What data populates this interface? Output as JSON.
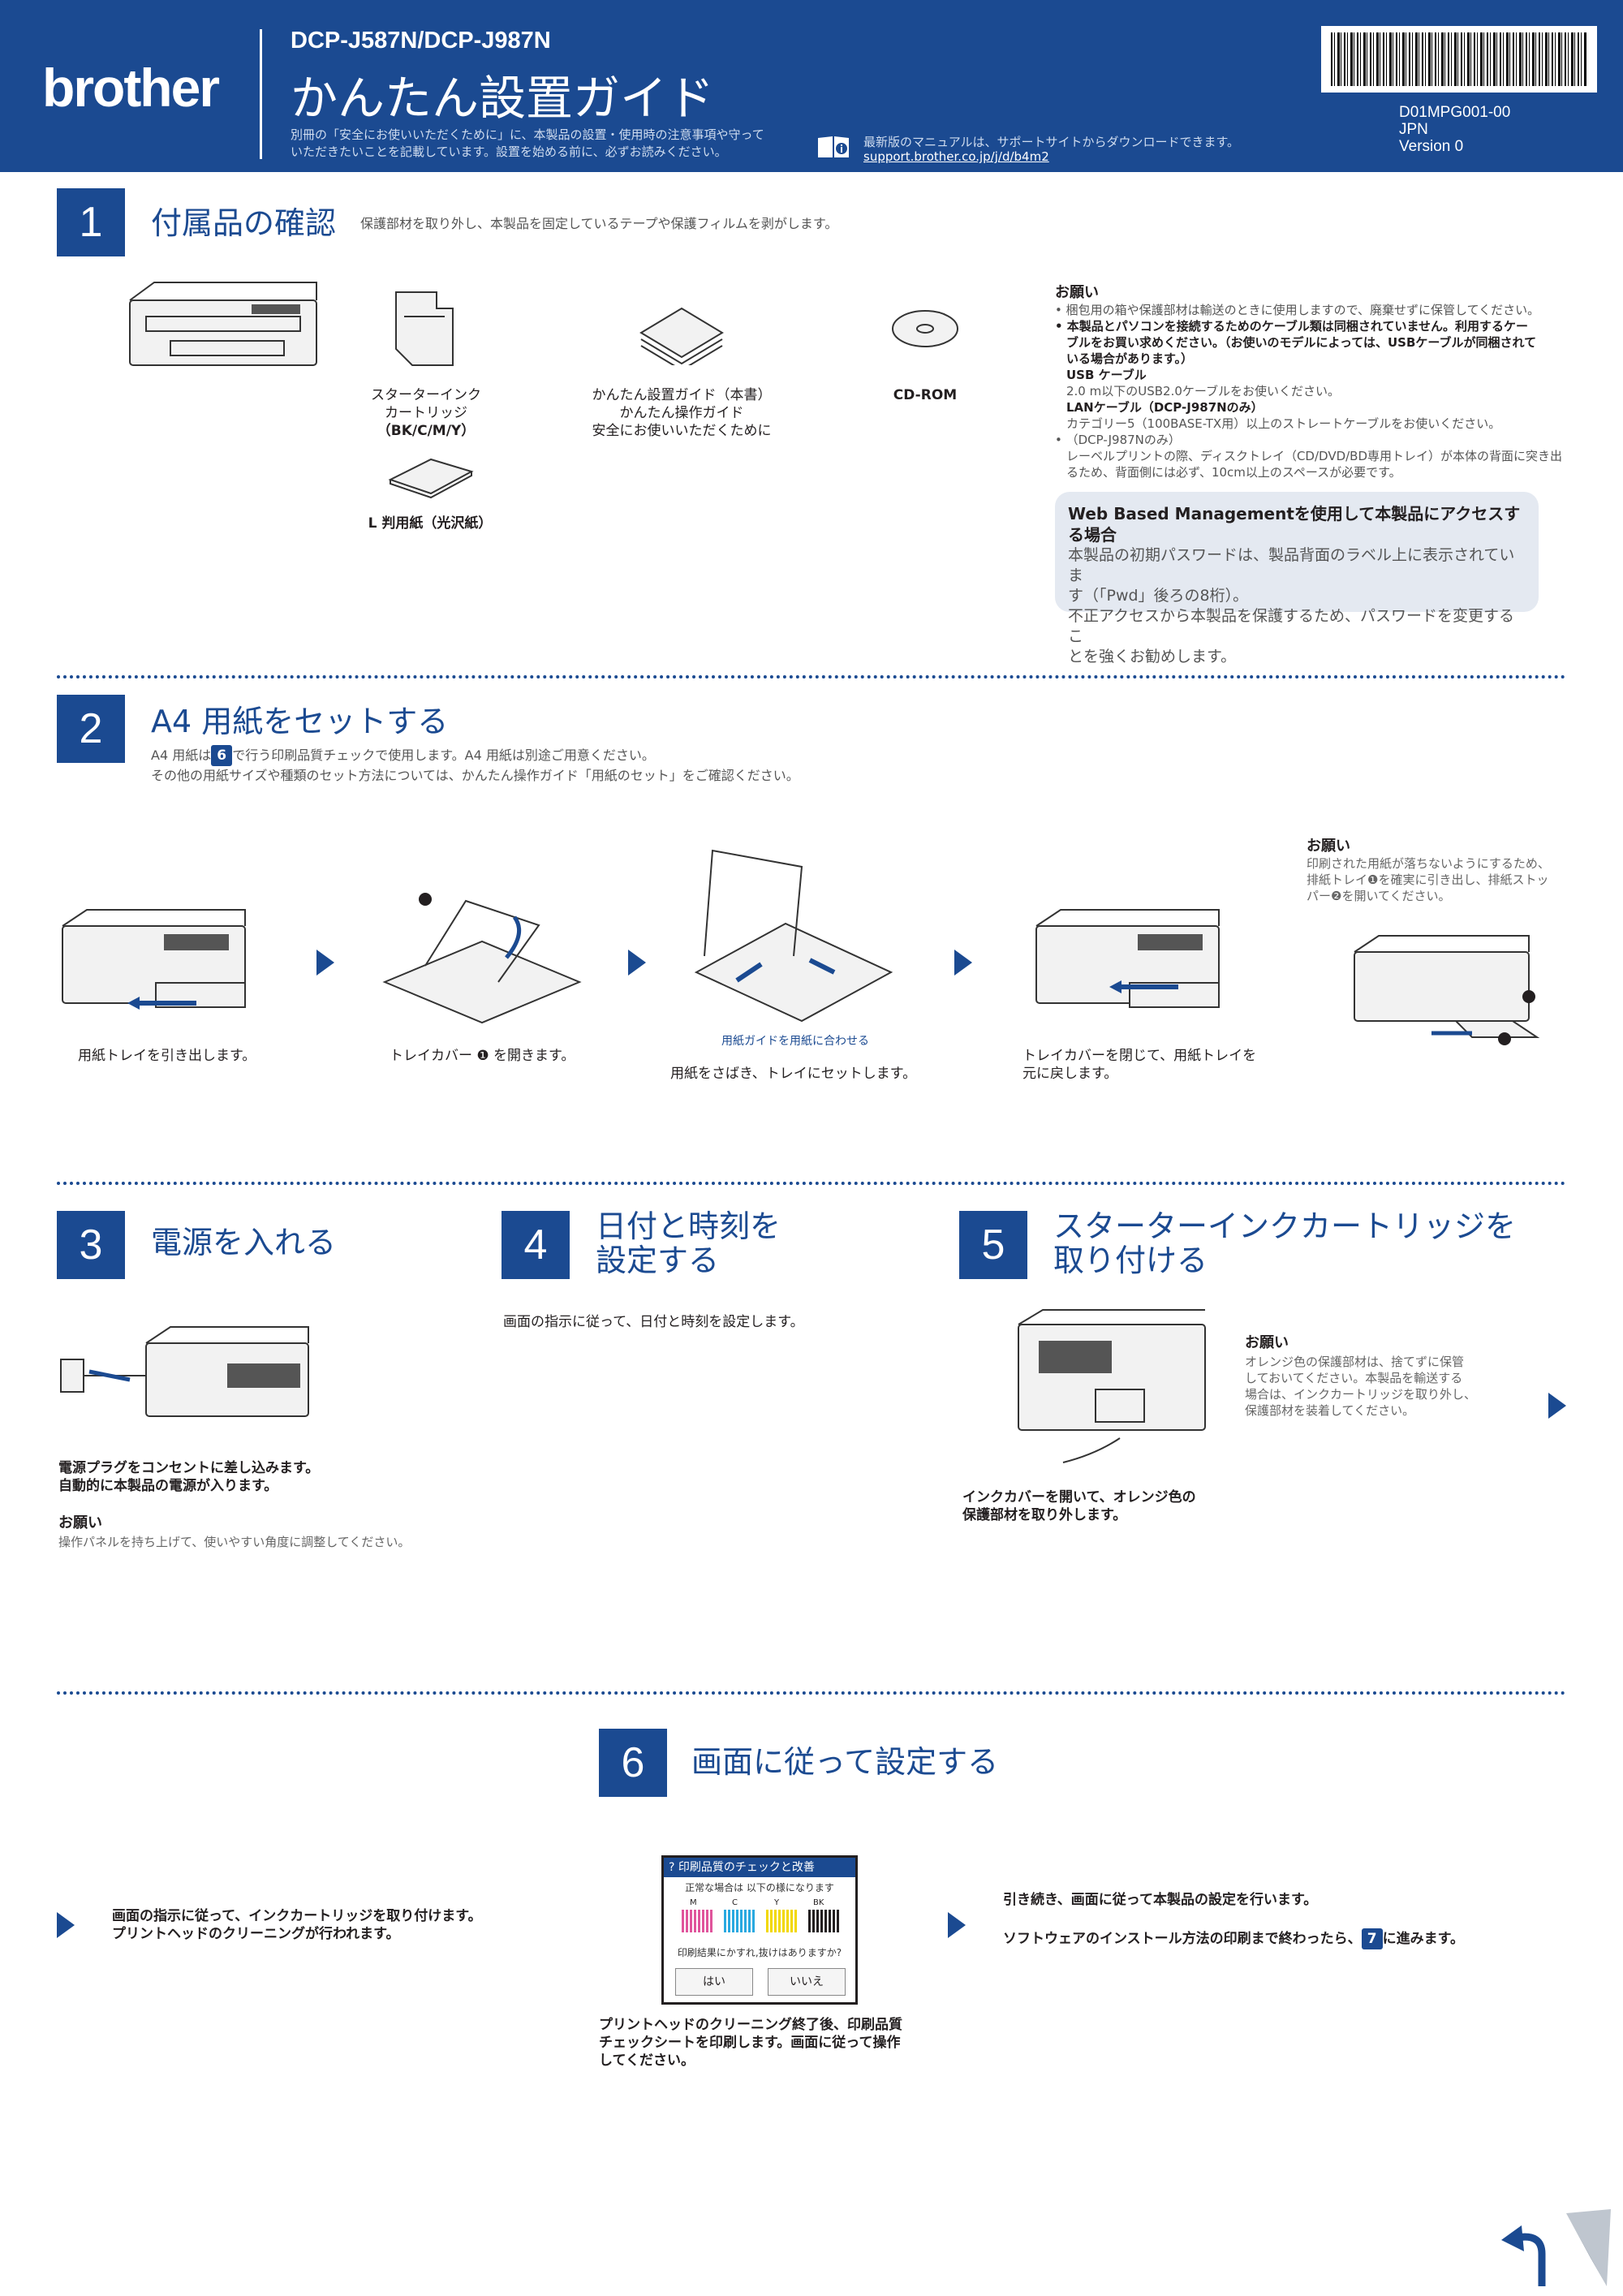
{
  "header": {
    "logo": "brother",
    "model": "DCP-J587N/DCP-J987N",
    "title": "かんたん設置ガイド",
    "note_line1": "別冊の「安全にお使いいただくために」に、本製品の設置・使用時の注意事項や守って",
    "note_line2": "いただきたいことを記載しています。設置を始める前に、必ずお読みください。",
    "download_text": "最新版のマニュアルは、サポートサイトからダウンロードできます。",
    "download_url": "support.brother.co.jp/j/d/b4m2",
    "doc_code": "D01MPG001-00",
    "doc_lang": "JPN",
    "doc_version": "Version 0"
  },
  "step1": {
    "number": "1",
    "title": "付属品の確認",
    "subtitle": "保護部材を取り外し、本製品を固定しているテープや保護フィルムを剥がします。",
    "ink_cap1": "スターターインク",
    "ink_cap2": "カートリッジ",
    "ink_cap3": "（BK/C/M/Y）",
    "doc_cap1": "かんたん設置ガイド（本書）",
    "doc_cap2": "かんたん操作ガイド",
    "doc_cap3": "安全にお使いいただくために",
    "cd_cap": "CD-ROM",
    "paper_cap": "L 判用紙（光沢紙）",
    "notice_title": "お願い",
    "notice_1": "•  梱包用の箱や保護部材は輸送のときに使用しますので、廃棄せずに保管してください。",
    "notice_2a": "•  本製品とパソコンを接続するためのケーブル類は同梱されていません。利用するケー",
    "notice_2b": "ブルをお買い求めください。（お使いのモデルによっては、USBケーブルが同梱されて",
    "notice_2c": "いる場合があります。）",
    "usb_label": "USB ケーブル",
    "usb_desc": "2.0 m以下のUSB2.0ケーブルをお使いください。",
    "lan_label": "LANケーブル（DCP-J987Nのみ）",
    "lan_desc": "カテゴリー5（100BASE-TX用）以上のストレートケーブルをお使いください。",
    "notice_3a": "•  （DCP-J987Nのみ）",
    "notice_3b": "レーベルプリントの際、ディスクトレイ（CD/DVD/BD専用トレイ）が本体の背面に突き出",
    "notice_3c": "るため、背面側には必ず、10cm以上のスペースが必要です。",
    "web_title": "Web Based Managementを使用して本製品にアクセスする場合",
    "web_1": "本製品の初期パスワードは、製品背面のラベル上に表示されていま",
    "web_2": "す（「Pwd」後ろの8桁）。",
    "web_3": "不正アクセスから本製品を保護するため、パスワードを変更するこ",
    "web_4": "とを強くお勧めします。"
  },
  "step2": {
    "number": "2",
    "title": "A4 用紙をセットする",
    "sub1_pre": "A4 用紙は",
    "sub1_step": "6",
    "sub1_post": "で行う印刷品質チェックで使用します。A4 用紙は別途ご用意ください。",
    "sub2": "その他の用紙サイズや種類のセット方法については、かんたん操作ガイド「用紙のセット」をご確認ください。",
    "cap1": "用紙トレイを引き出します。",
    "cap2": "トレイカバー ❶ を開きます。",
    "cap3_blue": "用紙ガイドを用紙に合わせる",
    "cap3": "用紙をさばき、トレイにセットします。",
    "cap4a": "トレイカバーを閉じて、用紙トレイを",
    "cap4b": "元に戻します。",
    "notice_title": "お願い",
    "notice_1": "印刷された用紙が落ちないようにするため、",
    "notice_2": "排紙トレイ❶を確実に引き出し、排紙ストッ",
    "notice_3": "パー❷を開いてください。"
  },
  "step3": {
    "number": "3",
    "title": "電源を入れる",
    "cap1": "電源プラグをコンセントに差し込みます。",
    "cap2": "自動的に本製品の電源が入ります。",
    "notice_title": "お願い",
    "notice_1": "操作パネルを持ち上げて、使いやすい角度に調整してください。"
  },
  "step4": {
    "number": "4",
    "title1": "日付と時刻を",
    "title2": "設定する",
    "cap": "画面の指示に従って、日付と時刻を設定します。"
  },
  "step5": {
    "number": "5",
    "title1": "スターターインクカートリッジを",
    "title2": "取り付ける",
    "notice_title": "お願い",
    "notice_1": "オレンジ色の保護部材は、捨てずに保管",
    "notice_2": "しておいてください。本製品を輸送する",
    "notice_3": "場合は、インクカートリッジを取り外し、",
    "notice_4": "保護部材を装着してください。",
    "cap1": "インクカバーを開いて、オレンジ色の",
    "cap2": "保護部材を取り外します。"
  },
  "step6": {
    "number": "6",
    "title": "画面に従って設定する",
    "left1": "画面の指示に従って、インクカートリッジを取り付けます。",
    "left2": "プリントヘッドのクリーニングが行われます。",
    "lcd_title": "印刷品質のチェックと改善",
    "lcd_sub": "正常な場合は 以下の様になります",
    "lcd_m": "M",
    "lcd_c": "C",
    "lcd_y": "Y",
    "lcd_bk": "BK",
    "lcd_question": "印刷結果にかすれ,抜けはありますか?",
    "lcd_yes": "はい",
    "lcd_no": "いいえ",
    "mid1": "プリントヘッドのクリーニング終了後、印刷品質",
    "mid2": "チェックシートを印刷します。画面に従って操作",
    "mid3": "してください。",
    "right1": "引き続き、画面に従って本製品の設定を行います。",
    "right2_pre": "ソフトウェアのインストール方法の印刷まで終わったら、",
    "right2_step": "7",
    "right2_post": "に進みます。"
  }
}
